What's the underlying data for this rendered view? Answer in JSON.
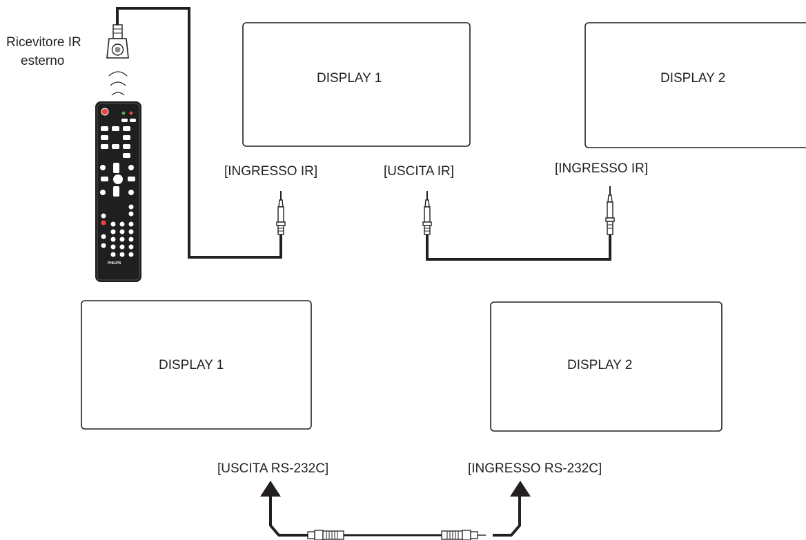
{
  "diagram": {
    "receiver_label_line1": "Ricevitore IR",
    "receiver_label_line2": "esterno",
    "remote_brand": "PHILIPS",
    "top_display_1": "DISPLAY 1",
    "top_display_2": "DISPLAY 2",
    "bottom_display_1": "DISPLAY 1",
    "bottom_display_2": "DISPLAY 2",
    "ir_in_left": "[INGRESSO IR]",
    "ir_out": "[USCITA IR]",
    "ir_in_right": "[INGRESSO IR]",
    "rs232_out": "[USCITA RS-232C]",
    "rs232_in": "[INGRESSO RS-232C]"
  },
  "colors": {
    "line": "#231f20",
    "panel_border": "#231f20",
    "power_button": "#e8473f"
  },
  "icons": [
    "ir-receiver-icon",
    "ir-signal-waves-icon",
    "remote-control-icon",
    "audio-jack-plug-icon",
    "arrow-up-icon",
    "serial-cable-icon"
  ]
}
